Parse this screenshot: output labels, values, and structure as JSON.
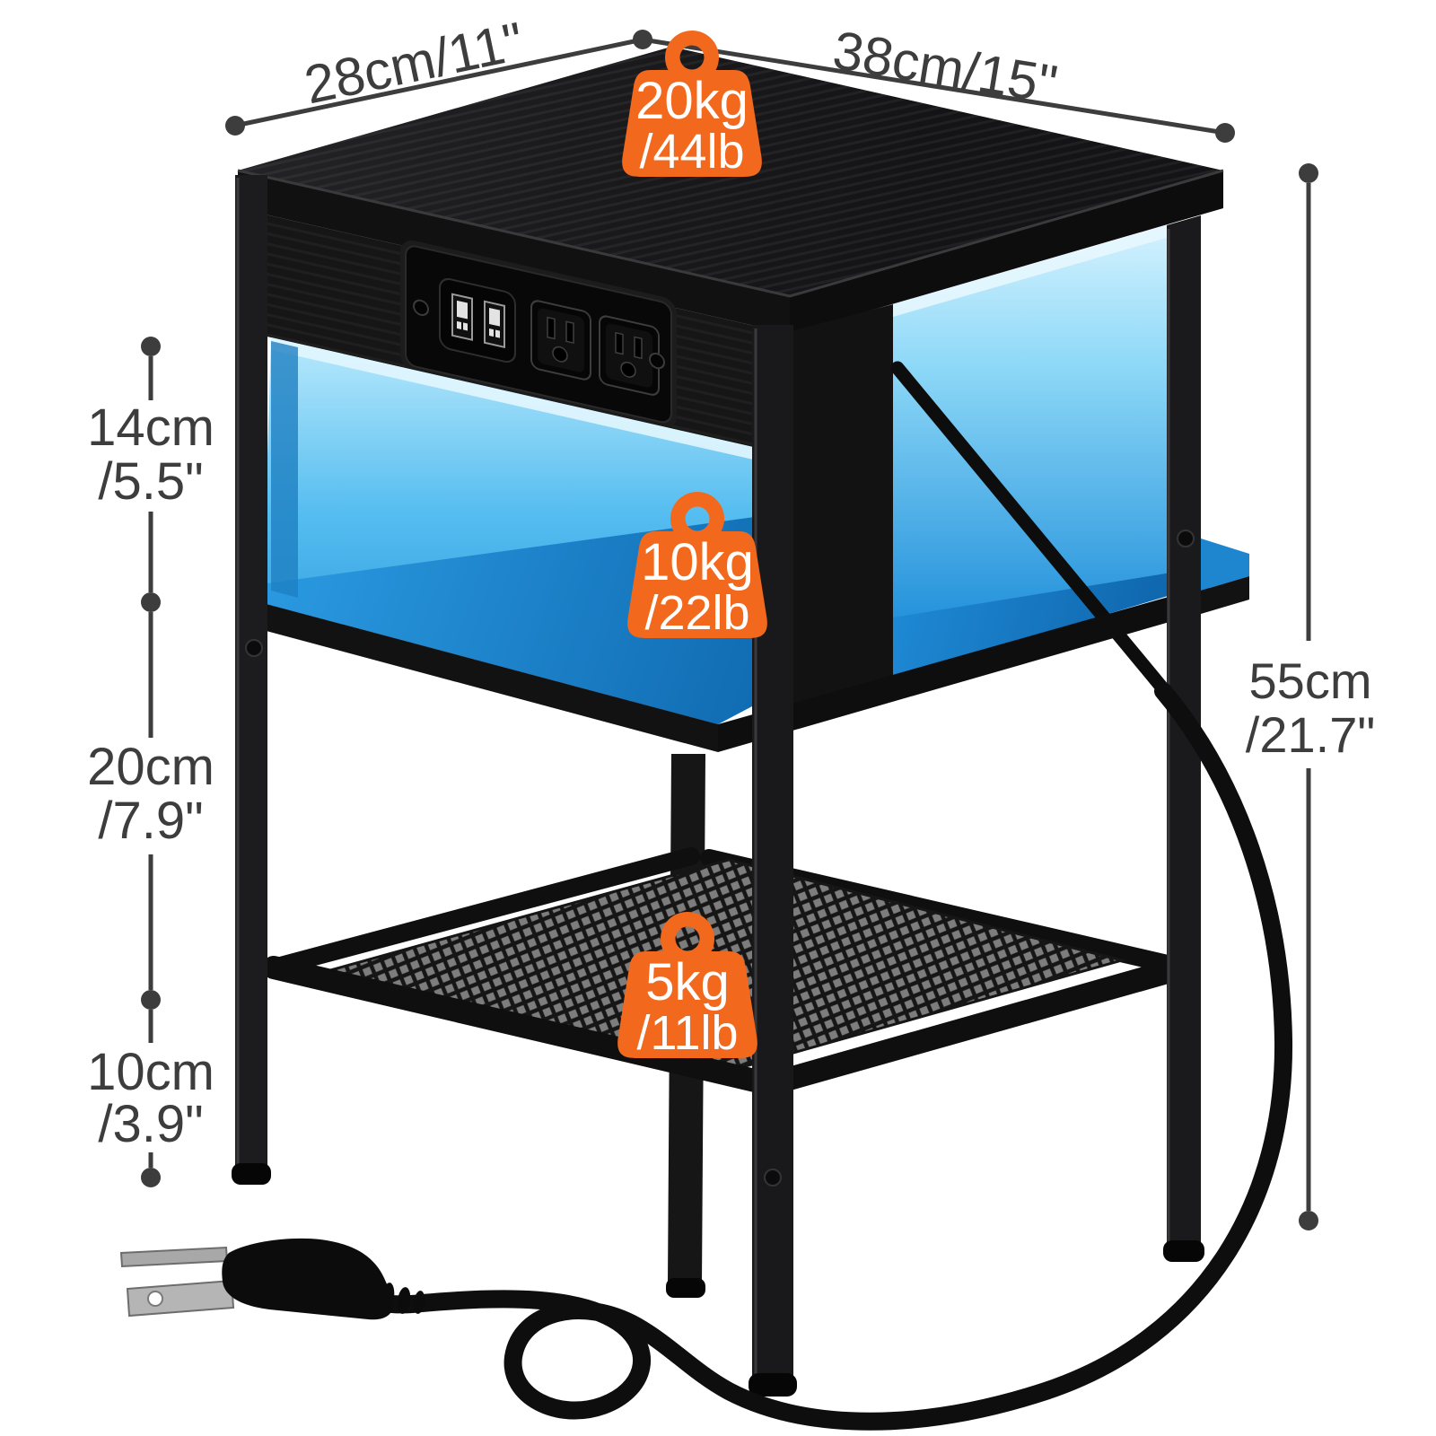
{
  "product": {
    "name": "LED nightstand side table with charging station",
    "view": "three-quarter product dimension diagram"
  },
  "dimensions": {
    "top_depth": "28cm/11\"",
    "top_width": "38cm/15\"",
    "total_height": {
      "cm": "55cm",
      "inch": "/21.7\""
    },
    "left": [
      {
        "cm": "14cm",
        "inch": "/5.5\""
      },
      {
        "cm": "20cm",
        "inch": "/7.9\""
      },
      {
        "cm": "10cm",
        "inch": "/3.9\""
      }
    ]
  },
  "capacities": {
    "top": {
      "kg": "20kg",
      "lb": "/44lb"
    },
    "middle": {
      "kg": "10kg",
      "lb": "/22lb"
    },
    "bottom": {
      "kg": "5kg",
      "lb": "/11lb"
    }
  },
  "features": {
    "charging_station": "2 USB ports, 2 AC outlets",
    "led_shelf": "blue LED lighted open compartment",
    "bottom_shelf": "metal mesh storage shelf",
    "power_cord": "power cord with 3-prong plug"
  },
  "colors": {
    "accent_orange": "#F2691D",
    "led_light": "#BCEAFC",
    "led_deep": "#1B84CC",
    "annotation": "#3D3D3D",
    "wood_black": "#18181A"
  }
}
